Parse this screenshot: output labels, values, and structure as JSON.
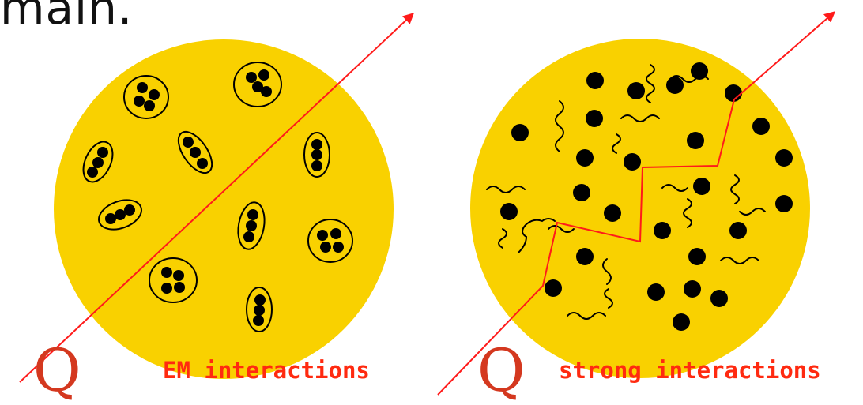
{
  "top_text_fragment": "main.",
  "left_panel": {
    "q_label": "Q",
    "caption": "EM interactions"
  },
  "right_panel": {
    "q_label": "Q",
    "caption": "strong interactions"
  },
  "colors": {
    "medium_fill": "#f9d100",
    "track": "#ff1a1a",
    "particle": "#000000",
    "q_label": "#d4381f",
    "caption": "#ff2a10"
  }
}
